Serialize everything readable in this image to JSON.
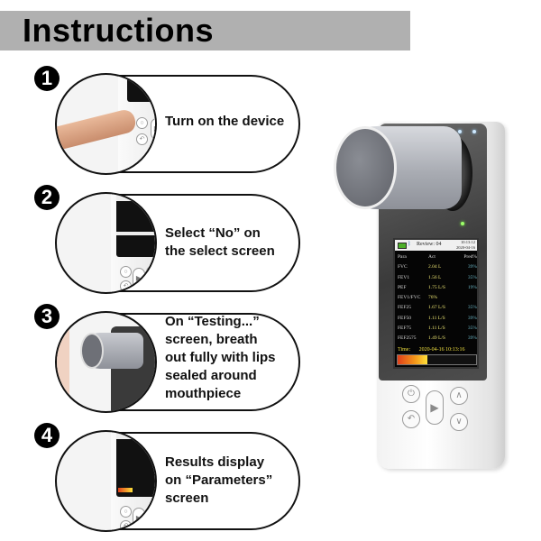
{
  "header": {
    "title": "Instructions"
  },
  "steps": [
    {
      "number": "1",
      "lines": [
        "Turn on the device"
      ]
    },
    {
      "number": "2",
      "lines": [
        "Select “No” on",
        "the select screen"
      ]
    },
    {
      "number": "3",
      "lines": [
        "On “Testing...”",
        "screen, breath",
        "out fully with lips",
        "sealed around",
        "mouthpiece"
      ]
    },
    {
      "number": "4",
      "lines": [
        "Results display",
        "on “Parameters”",
        "screen"
      ]
    }
  ],
  "device": {
    "screen": {
      "title": "Review: 04",
      "time_line1": "10:13:12",
      "time_line2": "2020-04-16",
      "columns": [
        "Para",
        "Act",
        "Pred%"
      ],
      "rows": [
        {
          "para": "FVC",
          "act": "2.04 L",
          "pred": "39%"
        },
        {
          "para": "FEV1",
          "act": "1.56 L",
          "pred": "35%"
        },
        {
          "para": "PEF",
          "act": "1.75 L/S",
          "pred": "19%"
        },
        {
          "para": "FEV1/FVC",
          "act": "76%",
          "pred": ""
        },
        {
          "para": "FEF25",
          "act": "1.67 L/S",
          "pred": "35%"
        },
        {
          "para": "FEF50",
          "act": "1.11 L/S",
          "pred": "39%"
        },
        {
          "para": "FEF75",
          "act": "1.11 L/S",
          "pred": "35%"
        },
        {
          "para": "FEF2575",
          "act": "1.49 L/S",
          "pred": "39%"
        }
      ],
      "footer_label": "Time:",
      "footer_value": "2020-04-16  10:13:16"
    },
    "buttons": {
      "power": "⏻",
      "back": "↶",
      "play": "▶",
      "up": "∧",
      "down": "∨"
    },
    "colors": {
      "battery": "#4caf2a",
      "act_text": "#e8e070",
      "pred_text": "#6ab3c2",
      "time_text": "#f0e040"
    }
  }
}
